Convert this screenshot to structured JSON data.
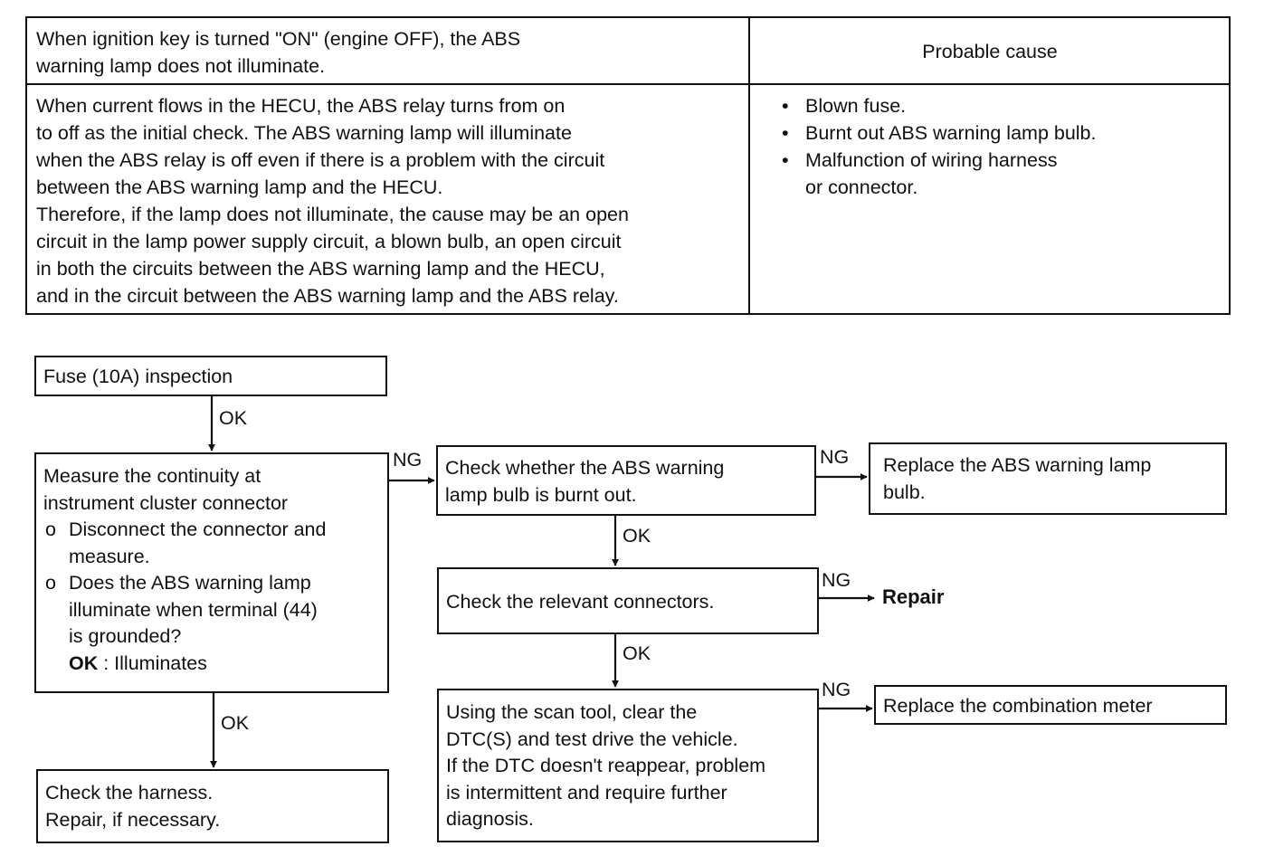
{
  "table": {
    "header_left": [
      "When ignition key is turned \"ON\" (engine OFF), the ABS",
      "warning lamp does not illuminate."
    ],
    "header_right": "Probable cause",
    "body_left": [
      "When current flows in the HECU, the ABS relay turns from on",
      "to off as the initial check.  The ABS warning lamp will illuminate",
      "when the ABS relay is off even if there is a problem with the circuit",
      "between the ABS warning lamp and the HECU.",
      "Therefore, if the lamp does not illuminate, the cause may be an open",
      "circuit in the lamp power supply circuit, a blown bulb, an open circuit",
      "in both the circuits between the ABS warning lamp and the HECU,",
      "and in the circuit between the ABS warning lamp and the ABS relay."
    ],
    "causes": [
      {
        "bullet": "•",
        "lines": [
          "Blown  fuse."
        ]
      },
      {
        "bullet": "•",
        "lines": [
          "Burnt out ABS warning lamp bulb."
        ]
      },
      {
        "bullet": "•",
        "lines": [
          "Malfunction  of  wiring harness",
          "or connector."
        ]
      }
    ]
  },
  "flow": {
    "fuse": "Fuse (10A) inspection",
    "measure": {
      "lines": [
        "Measure the continuity at",
        "instrument cluster connector"
      ],
      "items": [
        {
          "marker": "o",
          "lines": [
            "Disconnect the connector and",
            "measure."
          ]
        },
        {
          "marker": "o",
          "lines": [
            "Does the ABS warning lamp",
            "illuminate when terminal (44)",
            "is grounded?"
          ]
        }
      ],
      "ok_label": "OK",
      "ok_text": " : Illuminates"
    },
    "harness": [
      "Check the harness.",
      "Repair, if necessary."
    ],
    "bulb": [
      "Check whether the ABS warning",
      "lamp bulb is burnt out."
    ],
    "replace_bulb": [
      "Replace the ABS warning lamp",
      "bulb."
    ],
    "connectors": "Check the relevant connectors.",
    "repair": "Repair",
    "scan": [
      "Using the scan tool, clear the",
      "DTC(S) and test drive the vehicle.",
      "If the DTC doesn't reappear, problem",
      "is intermittent and require further",
      "diagnosis."
    ],
    "replace_meter": "Replace the combination meter",
    "labels": {
      "ok": "OK",
      "ng": "NG"
    }
  }
}
